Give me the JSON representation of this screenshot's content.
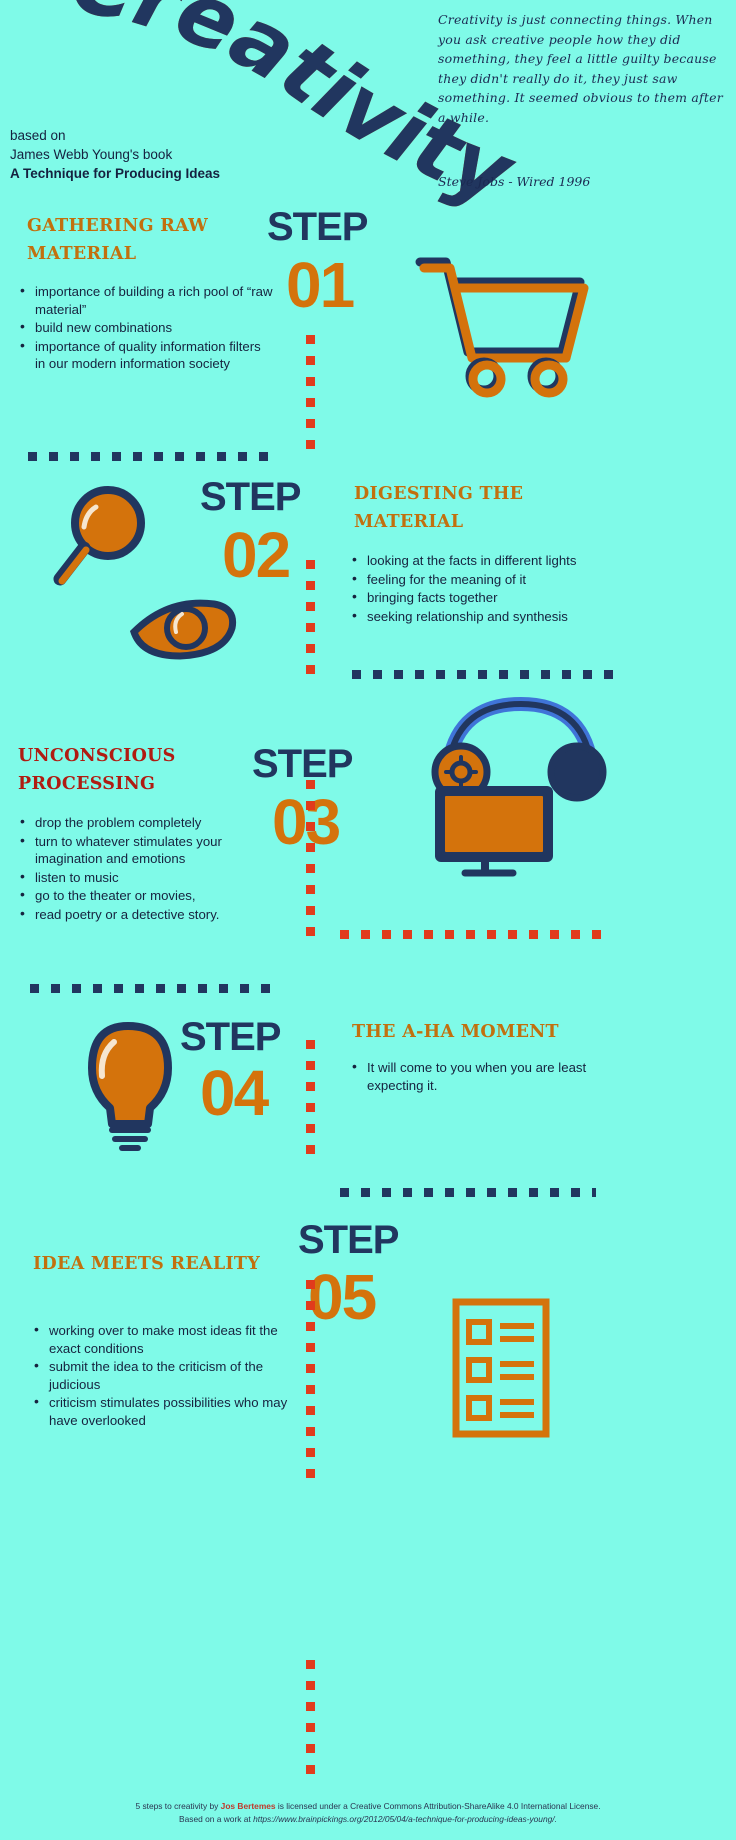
{
  "title": "Creativity",
  "based_on": {
    "line1": "based on",
    "line2": "James Webb Young's book",
    "line3": "A Technique for Producing Ideas"
  },
  "quote": {
    "text": "Creativity is just connecting things. When you ask creative people how they did something, they feel a little guilty because they didn't really do it, they just saw something. It seemed obvious to them after a while.",
    "attribution": "Steve Jobs - Wired 1996"
  },
  "steps": [
    {
      "step_word": "STEP",
      "number": "01",
      "heading": "GATHERING RAW MATERIAL",
      "heading_color": "#C2700E",
      "icon": "shopping-cart-icon",
      "bullets": [
        "importance of building a rich pool of “raw material”",
        "build new combinations",
        "importance of quality information filters in our modern information society"
      ]
    },
    {
      "step_word": "STEP",
      "number": "02",
      "heading": "DIGESTING THE MATERIAL",
      "heading_color": "#C2700E",
      "icon": "magnifier-and-eye-icon",
      "bullets": [
        "looking at the facts in different lights",
        "feeling for the meaning of it",
        "bringing facts together",
        "seeking relationship and synthesis"
      ]
    },
    {
      "step_word": "STEP",
      "number": "03",
      "heading": "UNCONSCIOUS PROCESSING",
      "heading_color": "#B01B12",
      "icon": "headphones-and-monitor-icon",
      "bullets": [
        "drop the problem completely",
        "turn to whatever stimulates your imagination and emotions",
        "listen to music",
        "go to the theater or movies,",
        "read poetry or a detective story."
      ]
    },
    {
      "step_word": "STEP",
      "number": "04",
      "heading": "THE A-HA MOMENT",
      "heading_color": "#C2700E",
      "icon": "lightbulb-icon",
      "bullets": [
        "It will come to you when you are least expecting it."
      ]
    },
    {
      "step_word": "STEP",
      "number": "05",
      "heading": "IDEA MEETS REALITY",
      "heading_color": "#C2700E",
      "icon": "checklist-document-icon",
      "bullets": [
        "working over to make most ideas fit the exact conditions",
        "submit the idea to the criticism of the judicious",
        "criticism stimulates possibilities who may have overlooked"
      ]
    }
  ],
  "footer": {
    "line1_a": "5 steps to creativity by ",
    "author": "Jos Bertemes",
    "line1_b": " is licensed under a Creative Commons Attribution-ShareAlike 4.0 International License.",
    "line2_a": "Based on a work at ",
    "url": "https://www.brainpickings.org/2012/05/04/a-technique-for-producing-ideas-young/."
  },
  "colors": {
    "background": "#7FFAE8",
    "navy": "#21365f",
    "orange": "#D4730C",
    "dark_orange": "#C2700E",
    "red": "#B01B12",
    "dash_red": "#E13B1C"
  }
}
